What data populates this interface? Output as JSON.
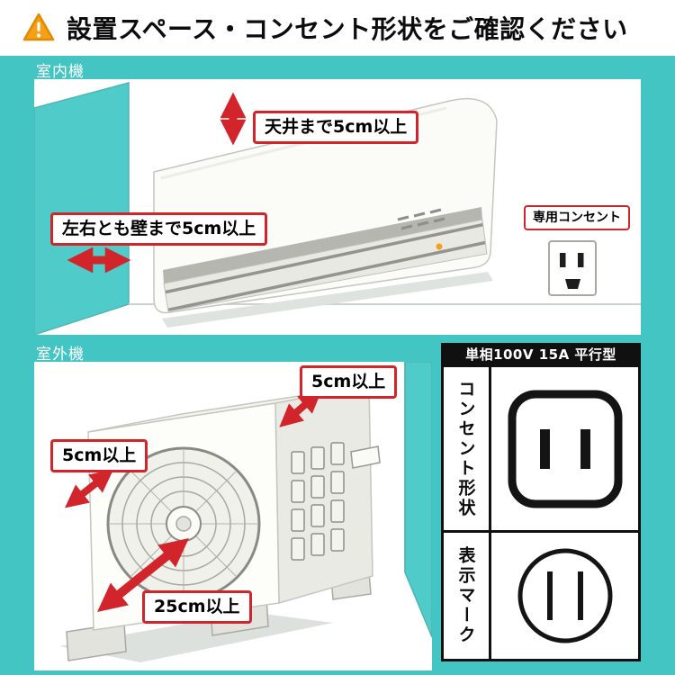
{
  "colors": {
    "background_teal": "#43c5c3",
    "accent_red": "#d2242b",
    "warning_orange": "#f6a018",
    "text_black": "#111111"
  },
  "header": {
    "title": "設置スペース・コンセント形状をご確認ください",
    "warning_icon": "warning-triangle-icon"
  },
  "indoor": {
    "section_label": "室内機",
    "ceiling_clearance_label": "天井まで5cm以上",
    "side_clearance_label": "左右とも壁まで5cm以上",
    "outlet_label": "専用コンセント"
  },
  "outdoor": {
    "section_label": "室外機",
    "top_clearance_label": "5cm以上",
    "left_clearance_label": "5cm以上",
    "front_clearance_label": "25cm以上"
  },
  "spec": {
    "header": "単相100V 15A 平行型",
    "outlet_shape_row_label": "コンセント形状",
    "display_mark_row_label": "表示マーク",
    "outlet_shape_icon": "parallel-two-flat-pin-outlet",
    "display_mark_icon": "circle-with-two-vertical-bars"
  }
}
